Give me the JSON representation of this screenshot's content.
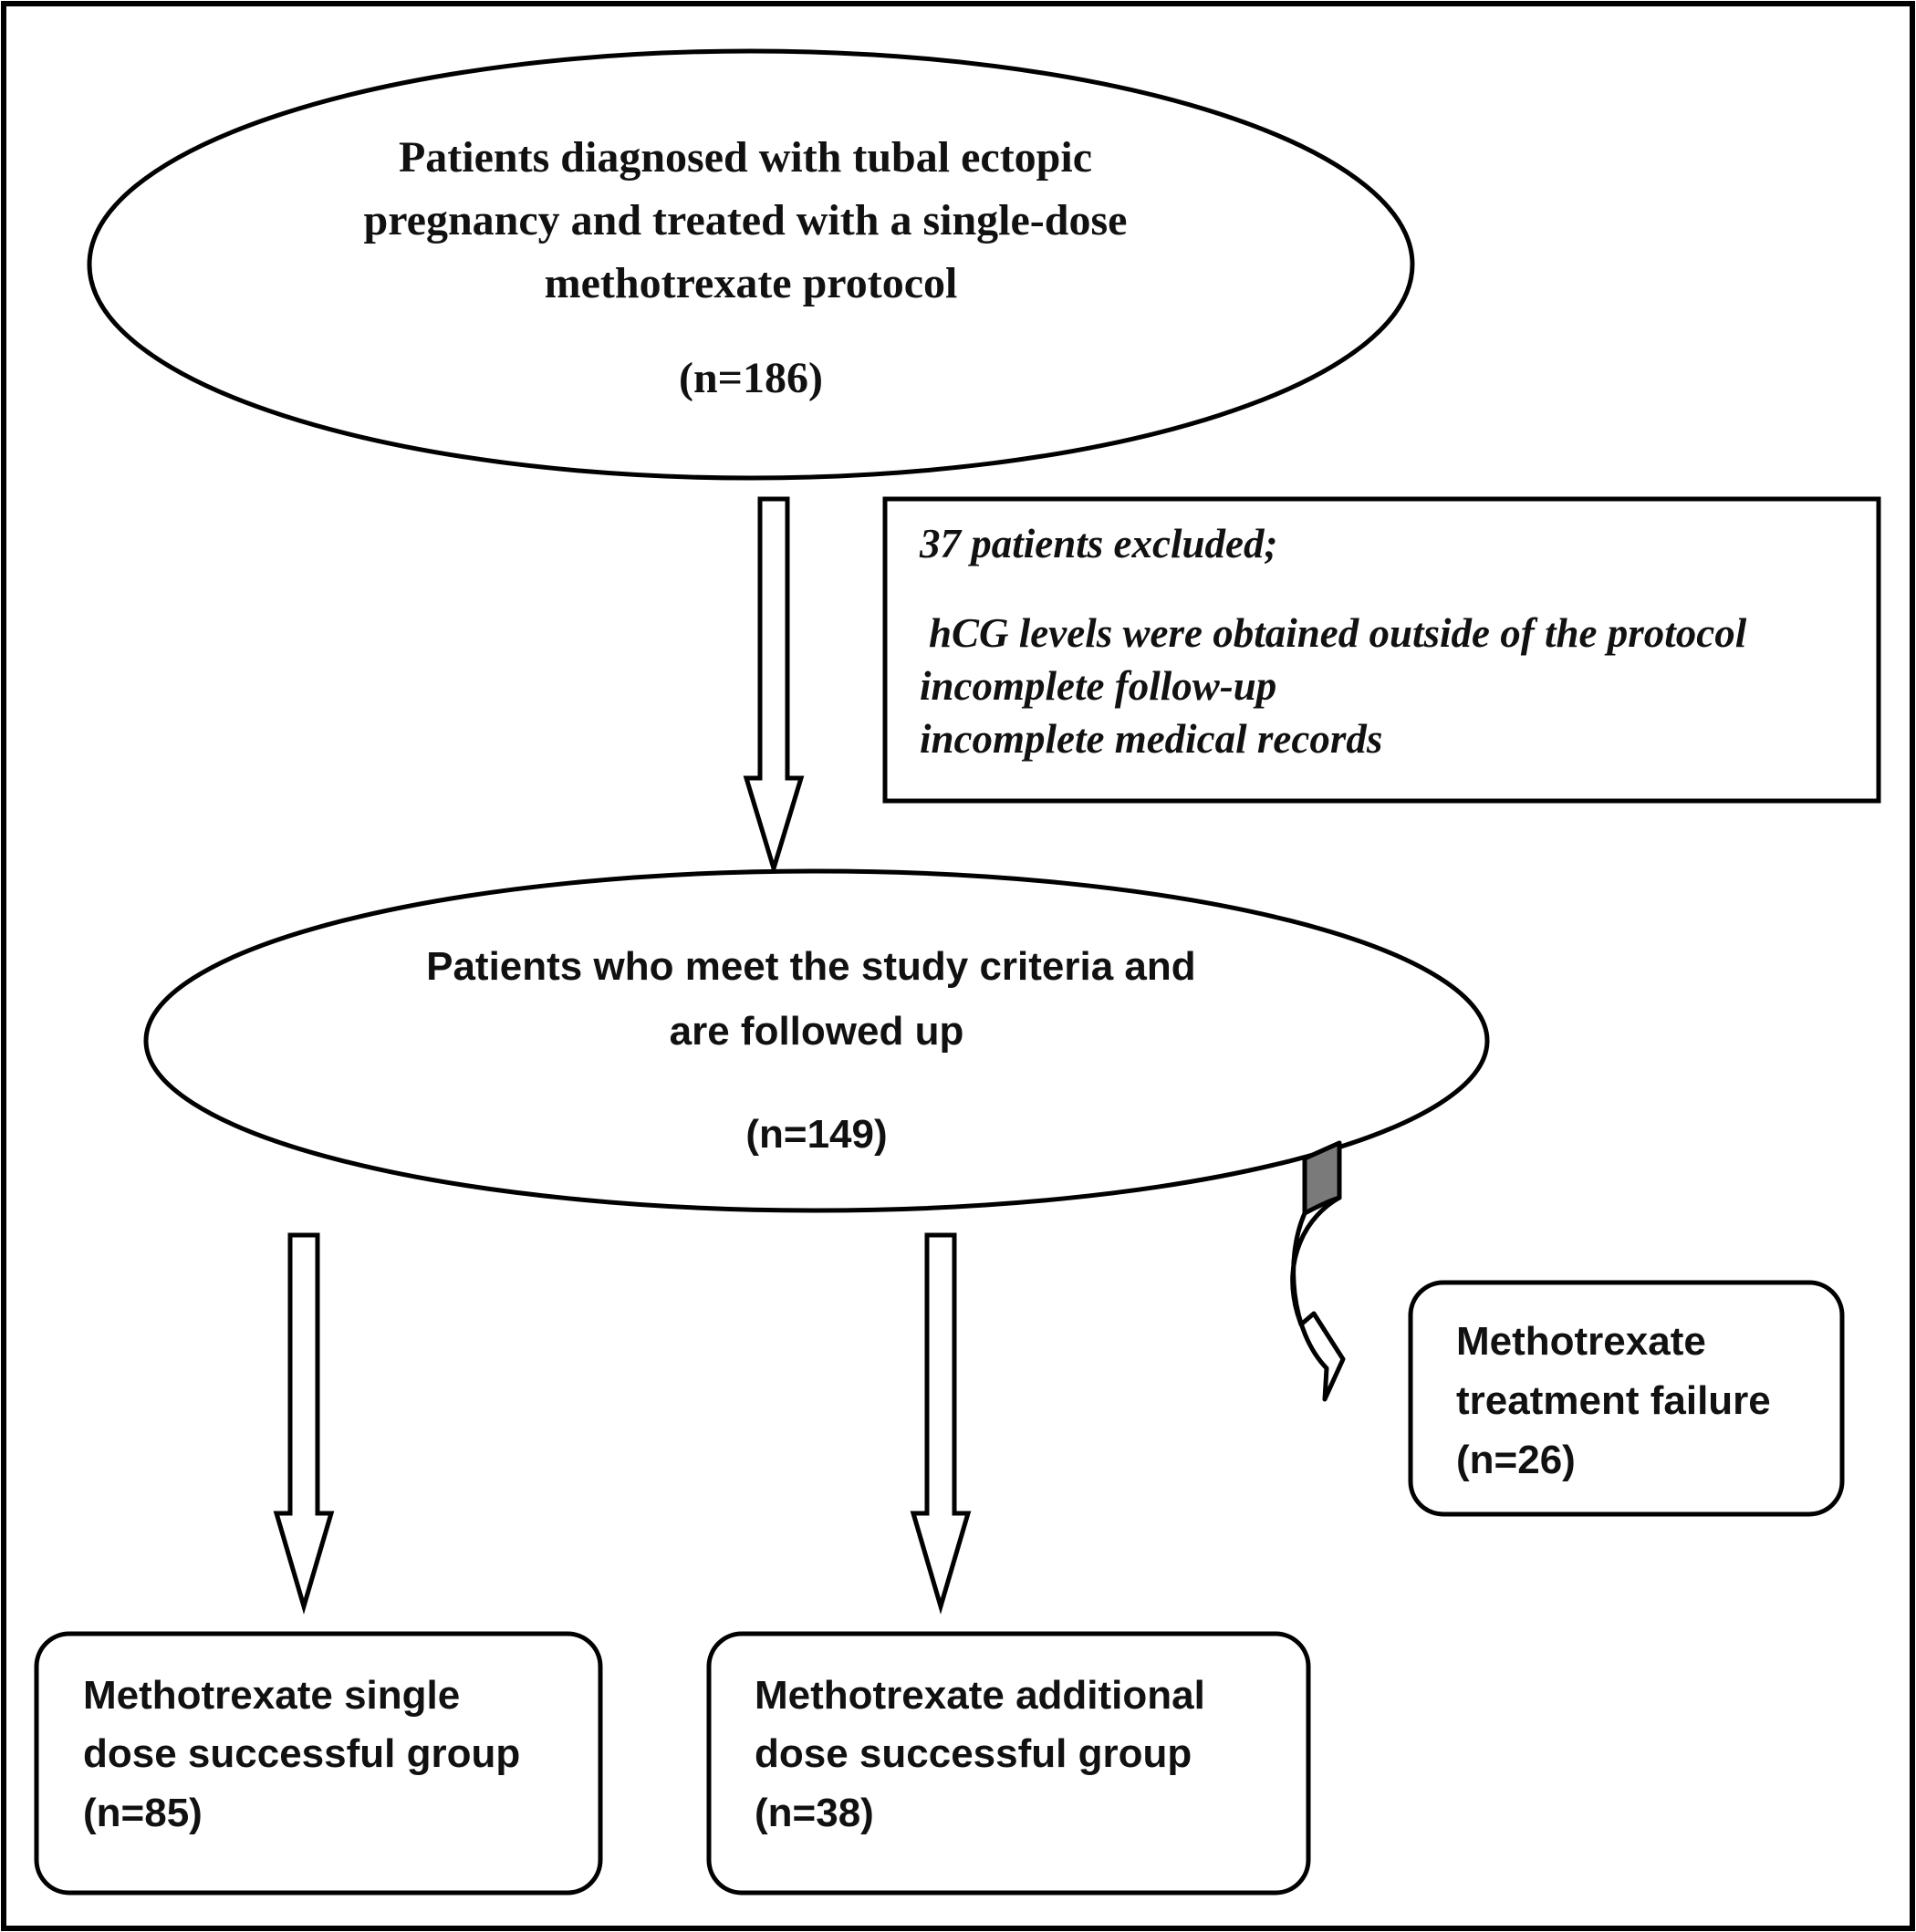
{
  "nodes": {
    "initial": {
      "lines": [
        "Patients diagnosed with tubal ectopic",
        "pregnancy and treated with a single-dose",
        "methotrexate protocol"
      ],
      "count": "(n=186)"
    },
    "excluded": {
      "heading": "37 patients excluded;",
      "reasons": [
        "hCG levels were obtained outside of the protocol",
        "incomplete follow-up",
        "incomplete medical records"
      ]
    },
    "followed": {
      "lines": [
        "Patients who meet the study criteria and",
        "are followed up"
      ],
      "count": "(n=149)"
    },
    "failure": {
      "lines": [
        "Methotrexate",
        "treatment failure"
      ],
      "count": "(n=26)"
    },
    "single_dose": {
      "lines": [
        "Methotrexate single",
        "dose successful group"
      ],
      "count": "(n=85)"
    },
    "additional_dose": {
      "lines": [
        "Methotrexate additional",
        "dose successful group"
      ],
      "count": "(n=38)"
    }
  },
  "edges": [
    {
      "from": "initial",
      "to": "followed"
    },
    {
      "from": "followed",
      "to": "single_dose"
    },
    {
      "from": "followed",
      "to": "additional_dose"
    },
    {
      "from": "followed",
      "to": "failure"
    }
  ]
}
